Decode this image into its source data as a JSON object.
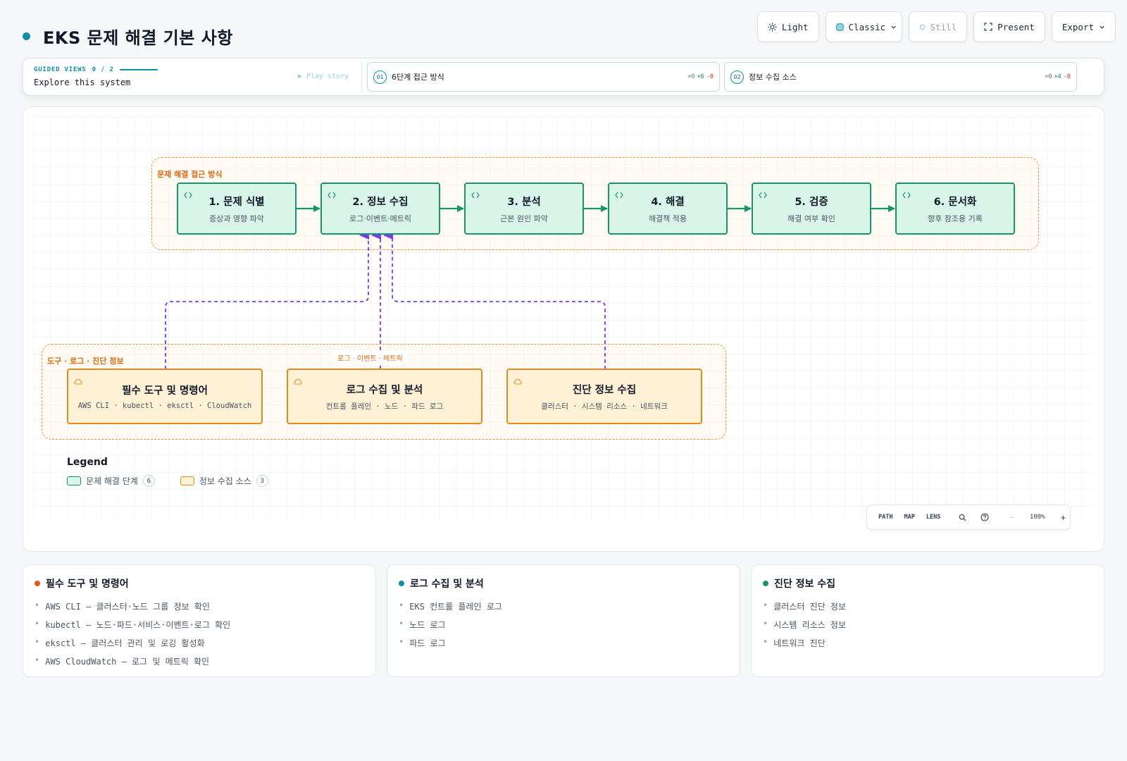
{
  "header": {
    "title": "EKS 문제 해결 기본 사항"
  },
  "toolbar": {
    "light_label": "Light",
    "classic_label": "Classic",
    "still_label": "Still",
    "present_label": "Present",
    "export_label": "Export"
  },
  "guided": {
    "label": "GUIDED VIEWS",
    "progress": "0 / 2",
    "subtitle": "Explore this system",
    "play_label": "▶ Play story",
    "views": [
      {
        "num": "01",
        "label": "6단계 접근 방식",
        "same": "=0",
        "add": "+6",
        "remove": "-0"
      },
      {
        "num": "02",
        "label": "정보 수집 소스",
        "same": "=0",
        "add": "+4",
        "remove": "-0"
      }
    ]
  },
  "diagram": {
    "group_steps_label": "문제 해결 접근 방식",
    "group_sources_label": "도구 · 로그 · 진단 정보",
    "edge_label": "로그 · 이벤트 · 메트릭",
    "steps": [
      {
        "title": "1. 문제 식별",
        "sub": "증상과 영향 파악"
      },
      {
        "title": "2. 정보 수집",
        "sub": "로그·이벤트·메트릭"
      },
      {
        "title": "3. 분석",
        "sub": "근본 원인 파악"
      },
      {
        "title": "4. 해결",
        "sub": "해결책 적용"
      },
      {
        "title": "5. 검증",
        "sub": "해결 여부 확인"
      },
      {
        "title": "6. 문서화",
        "sub": "향후 참조용 기록"
      }
    ],
    "sources": [
      {
        "title": "필수 도구 및 명령어",
        "sub": "AWS CLI · kubectl · eksctl · CloudWatch"
      },
      {
        "title": "로그 수집 및 분석",
        "sub": "컨트롤 플레인 · 노드 · 파드 로그"
      },
      {
        "title": "진단 정보 수집",
        "sub": "클러스터 · 시스템 리소스 · 네트워크"
      }
    ],
    "colors": {
      "step_border": "#17966a",
      "step_fill": "#d9f5ea",
      "source_border": "#e08a24",
      "source_fill": "#fff1d6",
      "edge_flow": "#17966a",
      "edge_source": "#7c3aed"
    }
  },
  "legend": {
    "title": "Legend",
    "items": [
      {
        "label": "문제 해결 단계",
        "count": "6"
      },
      {
        "label": "정보 수집 소스",
        "count": "3"
      }
    ]
  },
  "zoombar": {
    "path_label": "PATH",
    "map_label": "MAP",
    "lens_label": "LENS",
    "minus_label": "−",
    "zoom_level": "100%",
    "plus_label": "+",
    "icons": [
      "search-icon",
      "help-icon"
    ]
  },
  "cards": [
    {
      "title": "필수 도구 및 명령어",
      "dot_color": "#e2571b",
      "items": [
        "AWS CLI — 클러스터·노드 그룹 정보 확인",
        "kubectl — 노드·파드·서비스·이벤트·로그 확인",
        "eksctl — 클러스터 관리 및 로깅 활성화",
        "AWS CloudWatch — 로그 및 메트릭 확인"
      ]
    },
    {
      "title": "로그 수집 및 분석",
      "dot_color": "#0e8fa5",
      "items": [
        "EKS 컨트롤 플레인 로그",
        "노드 로그",
        "파드 로그"
      ]
    },
    {
      "title": "진단 정보 수집",
      "dot_color": "#17966a",
      "items": [
        "클러스터 진단 정보",
        "시스템 리소스 정보",
        "네트워크 진단"
      ]
    }
  ]
}
